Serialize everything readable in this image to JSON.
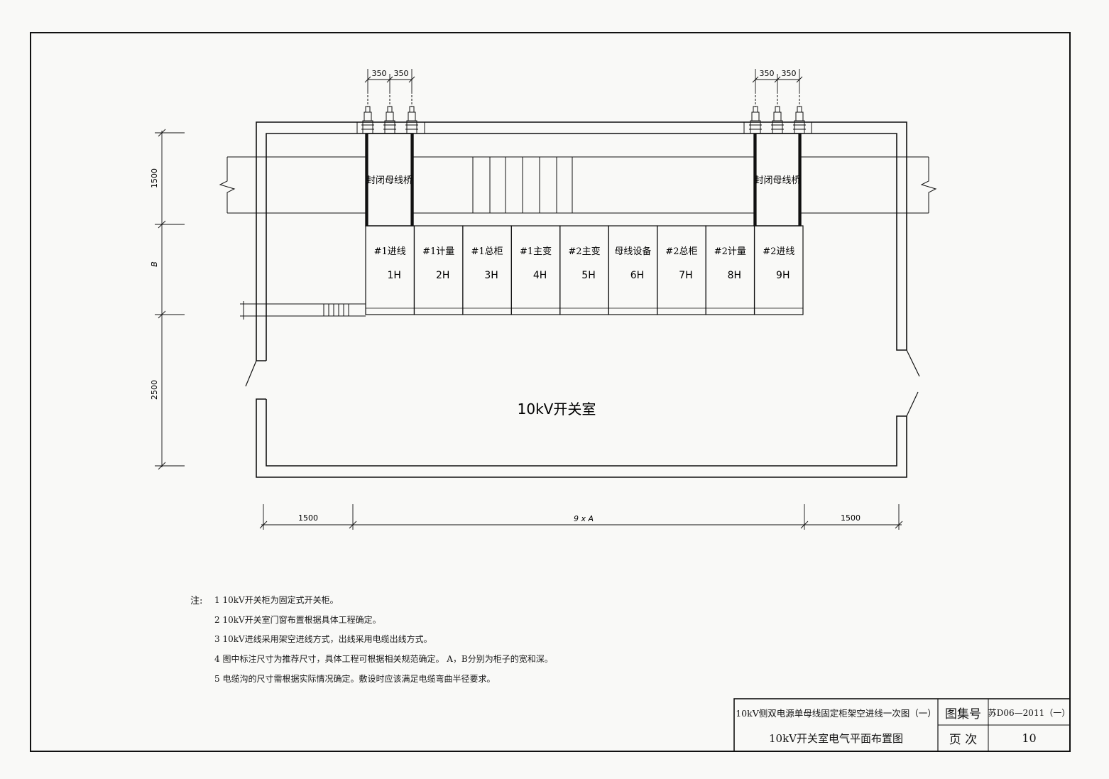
{
  "sheet": {
    "frame_color": "#111111",
    "background": "#f9f9f7"
  },
  "plan": {
    "room_label": "10kV开关室",
    "bus_bridge_label": "封闭母线桥",
    "cabinets": [
      {
        "name": "#1进线",
        "code": "1H"
      },
      {
        "name": "#1计量",
        "code": "2H"
      },
      {
        "name": "#1总柜",
        "code": "3H"
      },
      {
        "name": "#1主变",
        "code": "4H"
      },
      {
        "name": "#2主变",
        "code": "5H"
      },
      {
        "name": "母线设备",
        "code": "6H"
      },
      {
        "name": "#2总柜",
        "code": "7H"
      },
      {
        "name": "#2计量",
        "code": "8H"
      },
      {
        "name": "#2进线",
        "code": "9H"
      }
    ],
    "dimensions": {
      "top_left_spacing": [
        "350",
        "350"
      ],
      "top_right_spacing": [
        "350",
        "350"
      ],
      "left_vertical": [
        "1500",
        "B",
        "2500"
      ],
      "bottom_horizontal": [
        "1500",
        "9 x A",
        "1500"
      ]
    }
  },
  "notes": {
    "lead": "注:",
    "items": [
      "1  10kV开关柜为固定式开关柜。",
      "2  10kV开关室门窗布置根据具体工程确定。",
      "3  10kV进线采用架空进线方式，出线采用电缆出线方式。",
      "4  图中标注尺寸为推荐尺寸，具体工程可根据相关规范确定。 A，B分别为柜子的宽和深。",
      "5  电缆沟的尺寸需根据实际情况确定。敷设时应该满足电缆弯曲半径要求。"
    ]
  },
  "title_block": {
    "title_line1": "10kV侧双电源单母线固定柜架空进线一次图（一）",
    "title_line2": "10kV开关室电气平面布置图",
    "atlas_label": "图集号",
    "atlas_value": "苏D06—2011（一）",
    "page_label": "页  次",
    "page_value": "10"
  }
}
